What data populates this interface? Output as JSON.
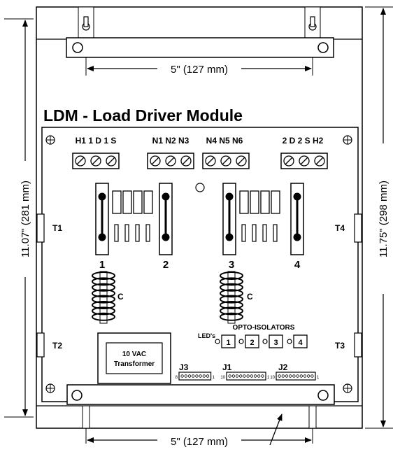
{
  "title": "LDM - Load Driver Module",
  "dims": {
    "top_width": "5\" (127 mm)",
    "bottom_width": "5\" (127 mm)",
    "left_height": "11.07\" (281 mm)",
    "right_height": "11.75\" (298 mm)"
  },
  "terminal_groups": [
    "H1 1D 1S",
    "N1 N2 N3",
    "N4 N5 N6",
    "2D 2S H2"
  ],
  "terminal_groups_display": [
    "H1 1 D  1 S",
    "N1 N2 N3",
    "N4 N5 N6",
    "2 D  2 S H2"
  ],
  "relays": [
    "1",
    "2",
    "3",
    "4"
  ],
  "coils": [
    "C",
    "C"
  ],
  "side_labels": {
    "t1": "T1",
    "t2": "T2",
    "t3": "T3",
    "t4": "T4"
  },
  "transformer": {
    "line1": "10 VAC",
    "line2": "Transformer"
  },
  "leds_label": "LED's",
  "opto": {
    "title": "OPTO-ISOLATORS",
    "items": [
      "1",
      "2",
      "3",
      "4"
    ]
  },
  "connectors": [
    {
      "name": "J3",
      "left": "8",
      "right": "1"
    },
    {
      "name": "J1",
      "left": "10",
      "right": "1"
    },
    {
      "name": "J2",
      "left": "10",
      "right": "1"
    }
  ]
}
